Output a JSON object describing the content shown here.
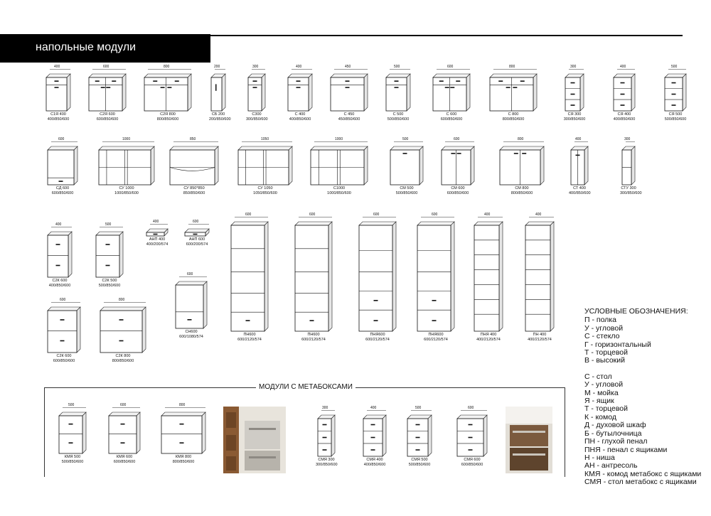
{
  "header": {
    "title": "напольные модули"
  },
  "section_meta": {
    "title": "МОДУЛИ С МЕТАБОКСАМИ"
  },
  "legend": {
    "title": "УСЛОВНЫЕ ОБОЗНАЧЕНИЯ:",
    "group1": [
      "П - полка",
      "У - угловой",
      "С - стекло",
      "Г - горизонтальный",
      "Т - торцевой",
      "В - высокий"
    ],
    "group2": [
      "С - стол",
      "У - угловой",
      "М - мойка",
      "Я - ящик",
      "Т - торцевой",
      "К - комод",
      "Д - духовой шкаф",
      "Б - бутылочница",
      "ПН - глухой пенал",
      "ПНЯ - пенал с ящиками",
      "Н - ниша",
      "АН - антресоль",
      "КМЯ - комод метабокс с ящиками",
      "СМЯ -  стол  метабокс с ящиками"
    ]
  },
  "modules": [
    {
      "name": "С1Я 400",
      "size": "400/850/600",
      "w": "400",
      "kind": "drawer-door"
    },
    {
      "name": "С2Я 600",
      "size": "600/850/600",
      "w": "600",
      "kind": "drawer2-door2"
    },
    {
      "name": "С2Я 800",
      "size": "800/850/600",
      "w": "800",
      "kind": "drawer2-door2"
    },
    {
      "name": "СБ 200",
      "size": "200/850/600",
      "w": "200",
      "kind": "bottle"
    },
    {
      "name": "С300",
      "size": "300/850/600",
      "w": "300",
      "kind": "drawer-door"
    },
    {
      "name": "С 400",
      "size": "400/850/600",
      "w": "400",
      "kind": "drawer-door"
    },
    {
      "name": "С 450",
      "size": "450/850/600",
      "w": "450",
      "kind": "drawer-door"
    },
    {
      "name": "С 500",
      "size": "500/850/600",
      "w": "500",
      "kind": "drawer-door"
    },
    {
      "name": "С 600",
      "size": "600/850/600",
      "w": "600",
      "kind": "drawer2-door2"
    },
    {
      "name": "С 800",
      "size": "800/850/600",
      "w": "800",
      "kind": "drawer2-door2"
    },
    {
      "name": "СЯ 300",
      "size": "300/850/600",
      "w": "300",
      "kind": "drawers3"
    },
    {
      "name": "СЯ 400",
      "size": "400/850/600",
      "w": "400",
      "kind": "drawers3"
    },
    {
      "name": "СЯ 500",
      "size": "500/850/600",
      "w": "500",
      "kind": "drawers3"
    },
    {
      "name": "СД 600",
      "size": "600/850/600",
      "w": "600",
      "kind": "oven"
    },
    {
      "name": "СУ 1000",
      "size": "1000/850/600",
      "w": "1000",
      "kind": "corner"
    },
    {
      "name": "СУ 850*850",
      "size": "850/850/600",
      "w": "850",
      "kind": "corner-round"
    },
    {
      "name": "СУ 1050",
      "size": "1050/850/600",
      "w": "1050",
      "kind": "corner"
    },
    {
      "name": "С1000",
      "size": "1000/850/600",
      "w": "1000",
      "kind": "corner-open"
    },
    {
      "name": "СМ 500",
      "size": "500/850/600",
      "w": "500",
      "kind": "door"
    },
    {
      "name": "СМ 600",
      "size": "600/850/600",
      "w": "600",
      "kind": "door2"
    },
    {
      "name": "СМ 800",
      "size": "800/850/600",
      "w": "800",
      "kind": "door2"
    },
    {
      "name": "СТ 400",
      "size": "400/850/600",
      "w": "400",
      "kind": "end"
    },
    {
      "name": "СТУ 300",
      "size": "300/850/600",
      "w": "300",
      "kind": "end-open"
    },
    {
      "name": "С2К 600",
      "size": "400/850/600",
      "w": "400",
      "kind": "drawers2"
    },
    {
      "name": "С2К 500",
      "size": "500/850/600",
      "w": "500",
      "kind": "drawers2"
    },
    {
      "name": "АНП 400",
      "size": "400/200/574",
      "w": "400",
      "kind": "mezz"
    },
    {
      "name": "АНП 600",
      "size": "600/200/574",
      "w": "600",
      "kind": "mezz"
    },
    {
      "name": "ПН600",
      "size": "600/2120/574",
      "w": "600",
      "kind": "pencil-open"
    },
    {
      "name": "ПН600",
      "size": "600/2120/574",
      "w": "600",
      "kind": "pencil-open"
    },
    {
      "name": "ПНЯ600",
      "size": "600/2120/574",
      "w": "600",
      "kind": "pencil-drawers"
    },
    {
      "name": "ПНЯ600",
      "size": "600/2120/574",
      "w": "600",
      "kind": "pencil-drawers"
    },
    {
      "name": "ПНЯ 400",
      "size": "400/2120/574",
      "w": "400",
      "kind": "pencil-narrow"
    },
    {
      "name": "ПН 400",
      "size": "400/2120/574",
      "w": "400",
      "kind": "pencil-narrow"
    },
    {
      "name": "СН600",
      "size": "600/1080/574",
      "w": "600",
      "kind": "niche"
    },
    {
      "name": "С2К 600",
      "size": "600/850/600",
      "w": "600",
      "kind": "drawers2"
    },
    {
      "name": "С2К 800",
      "size": "800/850/600",
      "w": "800",
      "kind": "drawers2"
    },
    {
      "name": "КМЯ 500",
      "size": "500/850/600",
      "w": "500",
      "kind": "drawers2"
    },
    {
      "name": "КМЯ 600",
      "size": "600/850/600",
      "w": "600",
      "kind": "drawers2"
    },
    {
      "name": "КМЯ 800",
      "size": "800/850/600",
      "w": "800",
      "kind": "drawers2"
    },
    {
      "name": "СМЯ 300",
      "size": "300/850/600",
      "w": "300",
      "kind": "drawers3"
    },
    {
      "name": "СМЯ 400",
      "size": "400/850/600",
      "w": "400",
      "kind": "drawers3"
    },
    {
      "name": "СМЯ 500",
      "size": "500/850/600",
      "w": "500",
      "kind": "drawers3"
    },
    {
      "name": "СМЯ 600",
      "size": "600/850/600",
      "w": "600",
      "kind": "drawers3"
    }
  ]
}
